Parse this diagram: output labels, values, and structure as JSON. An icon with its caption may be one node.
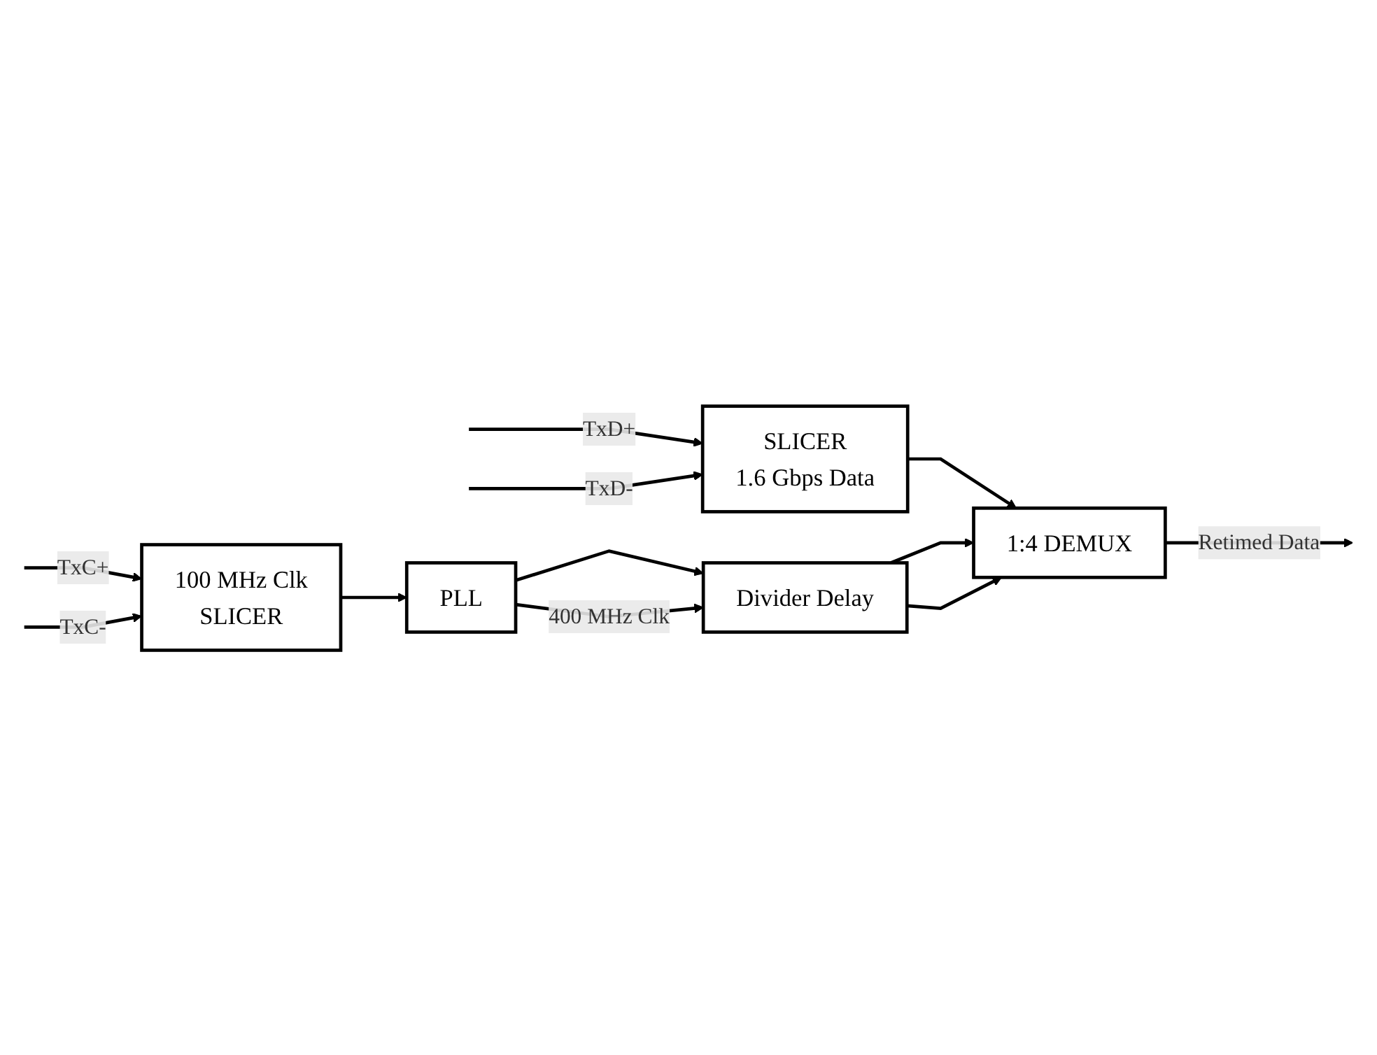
{
  "diagram": {
    "nodes": [
      {
        "text": [
          "SLICER",
          "1.6 Gbps Data"
        ]
      },
      {
        "text": [
          "1:4 DEMUX"
        ]
      },
      {
        "text": [
          "Divider Delay"
        ]
      },
      {
        "text": [
          "100 MHz Clk",
          "SLICER"
        ]
      },
      {
        "text": [
          "PLL"
        ]
      }
    ],
    "edges": [
      {
        "from": null,
        "to": 0,
        "arrow": "to",
        "label": "TxD+"
      },
      {
        "from": null,
        "to": 0,
        "arrow": "to",
        "label": "TxD-"
      },
      {
        "from": 0,
        "to": 1,
        "arrow": "to"
      },
      {
        "from": 1,
        "to": null,
        "arrow": "to",
        "label": "Retimed Data"
      },
      {
        "from": 2,
        "to": 1,
        "arrow": "to"
      },
      {
        "from": 2,
        "to": 1,
        "arrow": "to"
      },
      {
        "from": 4,
        "to": 2,
        "arrow": "to"
      },
      {
        "from": 4,
        "to": 2,
        "arrow": "to",
        "label": "400 MHz Clk"
      },
      {
        "from": null,
        "to": 3,
        "arrow": "to",
        "label": "TxC+"
      },
      {
        "from": null,
        "to": 3,
        "arrow": "to",
        "label": "TxC-"
      },
      {
        "from": 3,
        "to": 4,
        "arrow": "to"
      }
    ]
  }
}
